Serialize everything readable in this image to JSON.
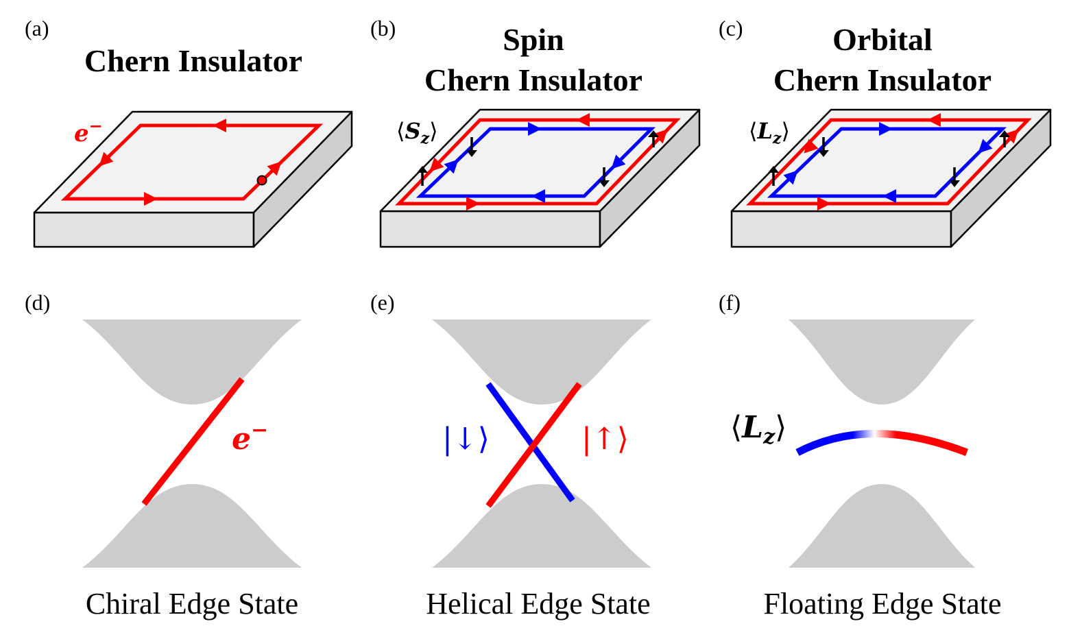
{
  "panels": {
    "a": {
      "label": "(a)",
      "title": "Chern Insulator",
      "carrier": "e",
      "carrier_sup": "−"
    },
    "b": {
      "label": "(b)",
      "title_line1": "Spin",
      "title_line2": "Chern Insulator",
      "quantity": "S",
      "quantity_sub": "z"
    },
    "c": {
      "label": "(c)",
      "title_line1": "Orbital",
      "title_line2": "Chern Insulator",
      "quantity": "L",
      "quantity_sub": "z"
    },
    "d": {
      "label": "(d)",
      "carrier": "e",
      "carrier_sup": "−",
      "caption": "Chiral Edge State"
    },
    "e": {
      "label": "(e)",
      "spin_down": "|↓⟩",
      "spin_up": "|↑⟩",
      "caption": "Helical Edge State"
    },
    "f": {
      "label": "(f)",
      "quantity": "L",
      "quantity_sub": "z",
      "caption": "Floating Edge State"
    }
  },
  "brackets": {
    "open": "⟨",
    "close": "⟩"
  },
  "colors": {
    "edge_red": "#ff0000",
    "edge_blue": "#0000ff",
    "band_gray": "#cccccc",
    "slab_top": "#f2f2f2",
    "slab_front": "#e2e2e2",
    "slab_side": "#cfcfcf"
  },
  "icons": {
    "spin_up": "up-arrow-icon",
    "spin_down": "down-arrow-icon",
    "electron": "dot-icon"
  }
}
